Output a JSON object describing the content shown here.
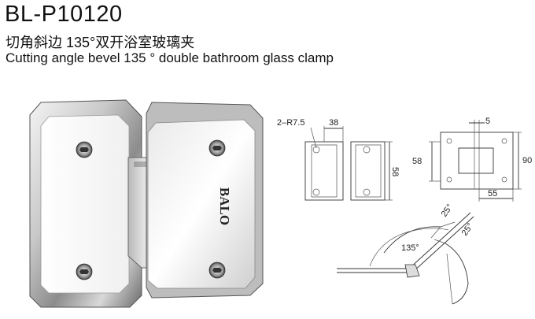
{
  "product": {
    "code": "BL-P10120",
    "title_cn": "切角斜边 135°双开浴室玻璃夹",
    "title_en": "Cutting angle bevel 135 ° double bathroom glass clamp",
    "brand": "BALO"
  },
  "drawing_a": {
    "radius_label": "2–R7.5",
    "width_label": "38",
    "height_label": "58"
  },
  "drawing_b": {
    "gap_label": "5",
    "height_inner_label": "58",
    "height_outer_label": "90",
    "width_label": "55"
  },
  "drawing_c": {
    "angle_main_label": "135°",
    "angle_top_label": "25°",
    "angle_side_label": "25°"
  }
}
